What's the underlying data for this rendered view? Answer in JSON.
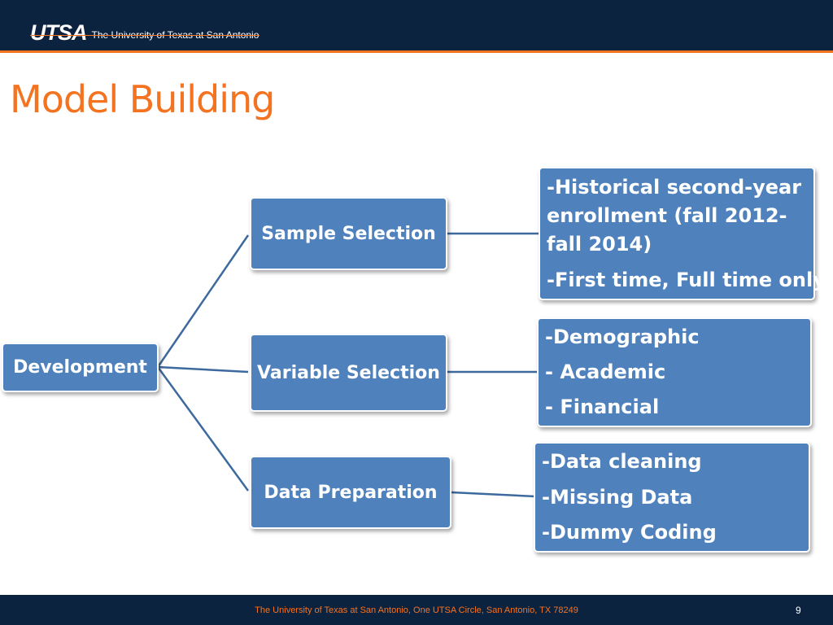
{
  "header": {
    "logo_mark": "UTSA",
    "logo_text": "The University of Texas at San Antonio"
  },
  "title": "Model Building",
  "diagram": {
    "root": "Development",
    "branches": [
      {
        "label": "Sample Selection",
        "details": [
          "-Historical second-year enrollment (fall 2012-fall 2014)",
          "-First time, Full time only"
        ]
      },
      {
        "label": "Variable Selection",
        "details": [
          "-Demographic",
          "- Academic",
          "- Financial"
        ]
      },
      {
        "label": "Data Preparation",
        "details": [
          "-Data cleaning",
          "-Missing Data",
          "-Dummy Coding"
        ]
      }
    ]
  },
  "footer": {
    "text": "The University of Texas at San Antonio, One UTSA Circle, San Antonio, TX 78249",
    "page_number": "9"
  },
  "colors": {
    "navy": "#0c2340",
    "orange": "#f47321",
    "node_blue": "#4f81bd",
    "connector": "#3d6a9e"
  }
}
